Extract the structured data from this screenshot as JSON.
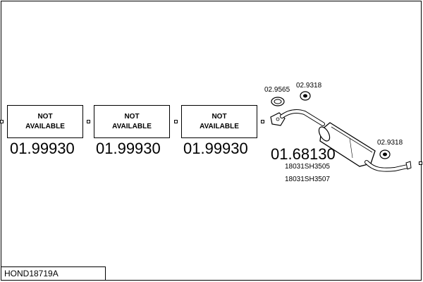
{
  "title": "HOND18719A",
  "boxes": [
    {
      "line1": "NOT",
      "line2": "AVAILABLE",
      "number": "01.99930"
    },
    {
      "line1": "NOT",
      "line2": "AVAILABLE",
      "number": "01.99930"
    },
    {
      "line1": "NOT",
      "line2": "AVAILABLE",
      "number": "01.99930"
    }
  ],
  "muffler": {
    "number": "01.68130",
    "refs": [
      "18031SH3505",
      "18031SH3507"
    ]
  },
  "parts": {
    "gasket": "02.9565",
    "hanger_top": "02.9318",
    "hanger_right": "02.9318"
  }
}
